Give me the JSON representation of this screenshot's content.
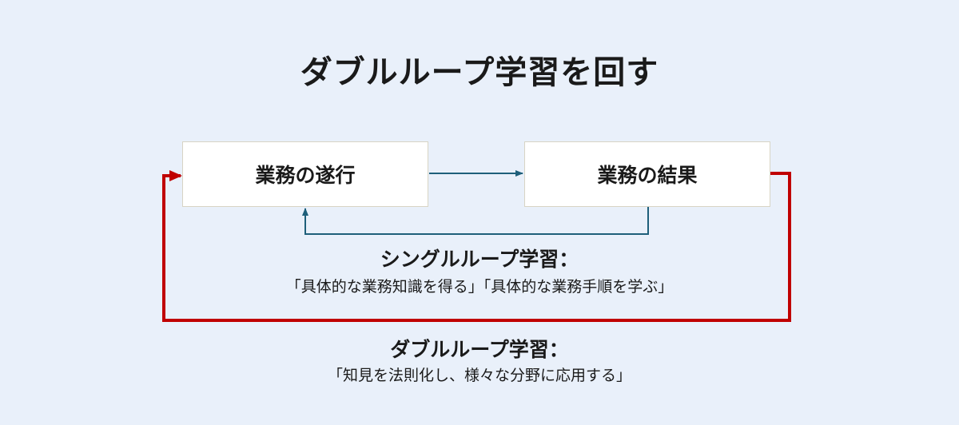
{
  "title": "ダブルループ学習を回す",
  "boxes": {
    "execution": "業務の遂行",
    "result": "業務の結果"
  },
  "single_loop": {
    "heading": "シングルループ学習：",
    "description": "「具体的な業務知識を得る」「具体的な業務手順を学ぶ」"
  },
  "double_loop": {
    "heading": "ダブルループ学習：",
    "description": "「知見を法則化し、様々な分野に応用する」"
  },
  "colors": {
    "background": "#e9f0fa",
    "single_loop_arrow": "#1e5f7a",
    "double_loop_arrow": "#c00000"
  }
}
